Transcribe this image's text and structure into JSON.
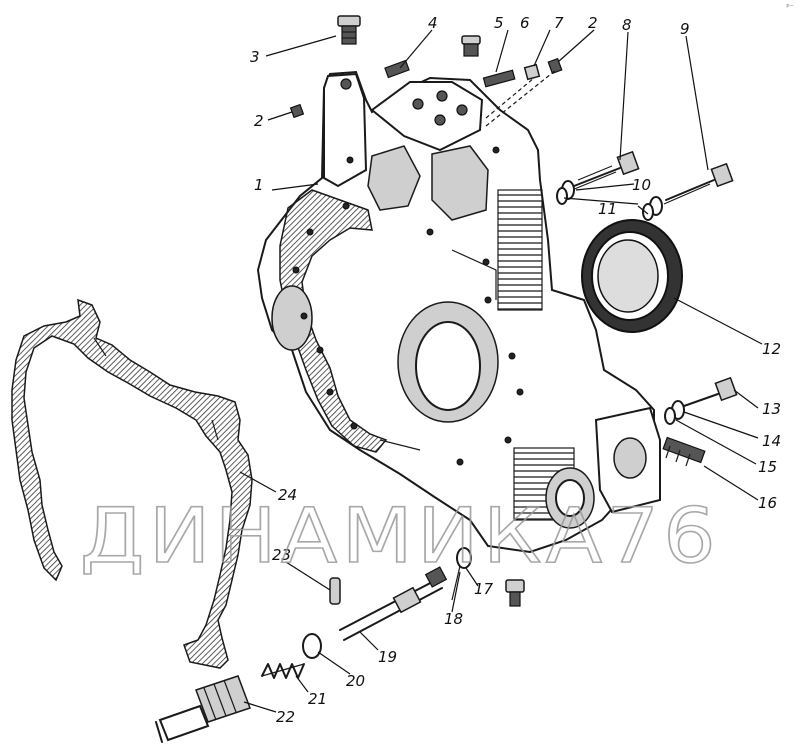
{
  "watermark": "ДИНАМИКА76",
  "corner_mark": "ᵖ⁻",
  "callouts": [
    {
      "id": "c1",
      "label": "1"
    },
    {
      "id": "c2a",
      "label": "2"
    },
    {
      "id": "c2b",
      "label": "2"
    },
    {
      "id": "c3",
      "label": "3"
    },
    {
      "id": "c4",
      "label": "4"
    },
    {
      "id": "c5",
      "label": "5"
    },
    {
      "id": "c6",
      "label": "6"
    },
    {
      "id": "c7",
      "label": "7"
    },
    {
      "id": "c8",
      "label": "8"
    },
    {
      "id": "c9",
      "label": "9"
    },
    {
      "id": "c10",
      "label": "10"
    },
    {
      "id": "c11",
      "label": "11"
    },
    {
      "id": "c12",
      "label": "12"
    },
    {
      "id": "c13",
      "label": "13"
    },
    {
      "id": "c14",
      "label": "14"
    },
    {
      "id": "c15",
      "label": "15"
    },
    {
      "id": "c16",
      "label": "16"
    },
    {
      "id": "c17",
      "label": "17"
    },
    {
      "id": "c18",
      "label": "18"
    },
    {
      "id": "c19",
      "label": "19"
    },
    {
      "id": "c20",
      "label": "20"
    },
    {
      "id": "c21",
      "label": "21"
    },
    {
      "id": "c22",
      "label": "22"
    },
    {
      "id": "c23",
      "label": "23"
    },
    {
      "id": "c24",
      "label": "24"
    }
  ],
  "colors": {
    "ink": "#1a1a1a",
    "paper": "#ffffff",
    "watermark": "#9a9a9a"
  }
}
